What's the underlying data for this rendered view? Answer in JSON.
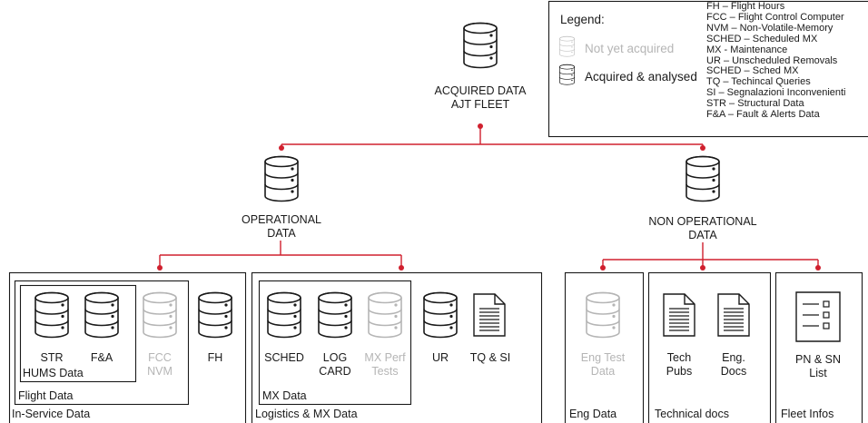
{
  "colors": {
    "connector": "#d0202e",
    "line": "#1a1a1a",
    "muted": "#b5b5b5"
  },
  "root": {
    "line1": "ACQUIRED DATA",
    "line2": "AJT FLEET",
    "icon": "database-icon"
  },
  "operational": {
    "line1": "OPERATIONAL",
    "line2": "DATA"
  },
  "non_operational": {
    "line1": "NON OPERATIONAL",
    "line2": "DATA"
  },
  "legend": {
    "title": "Legend:",
    "not_acquired": "Not yet acquired",
    "acquired": "Acquired & analysed",
    "abbreviations": [
      "FH – Flight Hours",
      "FCC – Flight Control Computer",
      "NVM – Non-Volatile-Memory",
      "SCHED – Scheduled MX",
      "MX - Maintenance",
      "UR – Unscheduled Removals",
      "SCHED – Sched MX",
      "TQ – Techincal Queries",
      "SI – Segnalazioni Inconvenienti",
      "STR – Structural Data",
      "F&A – Fault & Alerts Data"
    ]
  },
  "groups": {
    "in_service": "In-Service Data",
    "flight_data": "Flight Data",
    "hums_data": "HUMS Data",
    "logistics": "Logistics & MX Data",
    "mx_data": "MX Data",
    "eng_data": "Eng Data",
    "technical_docs": "Technical docs",
    "fleet_infos": "Fleet Infos"
  },
  "items": {
    "str": "STR",
    "fa": "F&A",
    "fcc_1": "FCC",
    "fcc_2": "NVM",
    "fh": "FH",
    "sched": "SCHED",
    "log_1": "LOG",
    "log_2": "CARD",
    "mxperf_1": "MX Perf",
    "mxperf_2": "Tests",
    "ur": "UR",
    "tqsi": "TQ & SI",
    "engtest_1": "Eng Test",
    "engtest_2": "Data",
    "tech_1": "Tech",
    "tech_2": "Pubs",
    "engdocs_1": "Eng.",
    "engdocs_2": "Docs",
    "pnsn_1": "PN & SN",
    "pnsn_2": "List"
  },
  "icons": {
    "acquired": "database-icon",
    "not_acquired": "database-icon-grey",
    "document": "document-icon",
    "list": "checklist-icon"
  }
}
